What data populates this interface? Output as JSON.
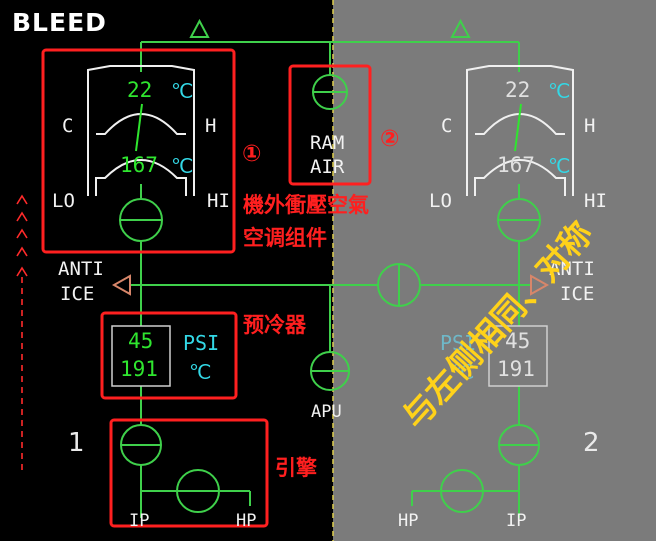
{
  "page": {
    "title": "BLEED",
    "colors": {
      "line": "#3fd04b",
      "annotation": "#ff1f1f",
      "note": "#ffd21a",
      "value": "#2fe62f",
      "unit": "#33d8e6",
      "right_overlay": "#7b7b7b"
    }
  },
  "left": {
    "pack": {
      "upper_temp": "22",
      "lower_temp": "167",
      "unit": "℃",
      "label_c": "C",
      "label_h": "H",
      "label_lo": "LO",
      "label_hi": "HI"
    },
    "anti_ice": {
      "line1": "ANTI",
      "line2": "ICE"
    },
    "precooler": {
      "psi": "45",
      "temp": "191",
      "unit_psi": "PSI",
      "unit_temp": "℃"
    },
    "engine_number": "1",
    "ports": {
      "ip": "IP",
      "hp": "HP"
    }
  },
  "center": {
    "ram_air": {
      "line1": "RAM",
      "line2": "AIR"
    },
    "apu_label": "APU"
  },
  "right": {
    "pack": {
      "upper_temp": "22",
      "lower_temp": "167",
      "unit": "℃",
      "label_c": "C",
      "label_h": "H",
      "label_lo": "LO",
      "label_hi": "HI"
    },
    "anti_ice": {
      "line1": "ANTI",
      "line2": "ICE"
    },
    "precooler": {
      "psi": "45",
      "temp": "191",
      "unit_psi": "PSI",
      "unit_temp": "℃"
    },
    "engine_number": "2",
    "ports": {
      "hp": "HP",
      "ip": "IP"
    }
  },
  "annotations": {
    "marker_1": "①",
    "marker_2": "②",
    "pack_line1": "機外衝壓空氣",
    "pack_line2": "空调组件",
    "precooler": "预冷器",
    "engine": "引擎",
    "symmetric_note": "与左侧相同、对称"
  }
}
